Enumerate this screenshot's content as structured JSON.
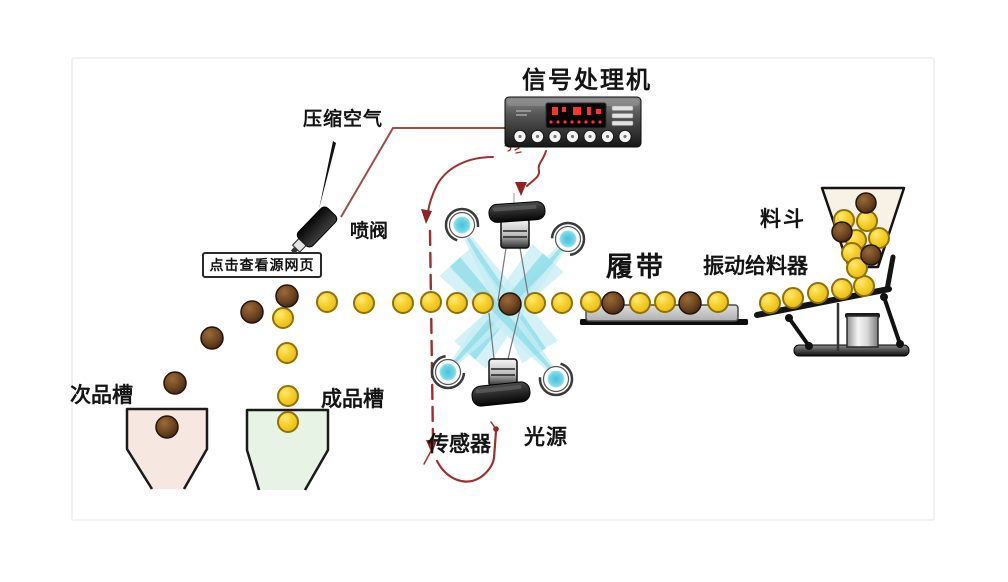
{
  "labels": {
    "title": "信号处理机",
    "compressed_air": "压缩空气",
    "spray_valve": "喷阀",
    "watermark": "点击查看源网页",
    "belt": "履带",
    "hopper": "料斗",
    "vibrating_feeder": "振动给料器",
    "sensor": "传感器",
    "light_source": "光源",
    "reject_chute": "次品槽",
    "product_chute": "成品槽"
  },
  "signal_processor": {
    "button_count": 7,
    "vent_slot_count": 3,
    "display_type": "red-led"
  },
  "colors": {
    "annotation_red": "#9e2f2f",
    "air_pipe_red": "#9c4f44",
    "beam_cyan": "#bfe9f2",
    "lamp_cyan": "#45c2d8",
    "good_ball_yellow": "#f6d22f",
    "reject_ball_brown": "#6e4520",
    "reject_chute_fill": "#f7e7e1",
    "product_chute_fill": "#e7f3e5",
    "belt_gray": "#c9c9c9"
  }
}
